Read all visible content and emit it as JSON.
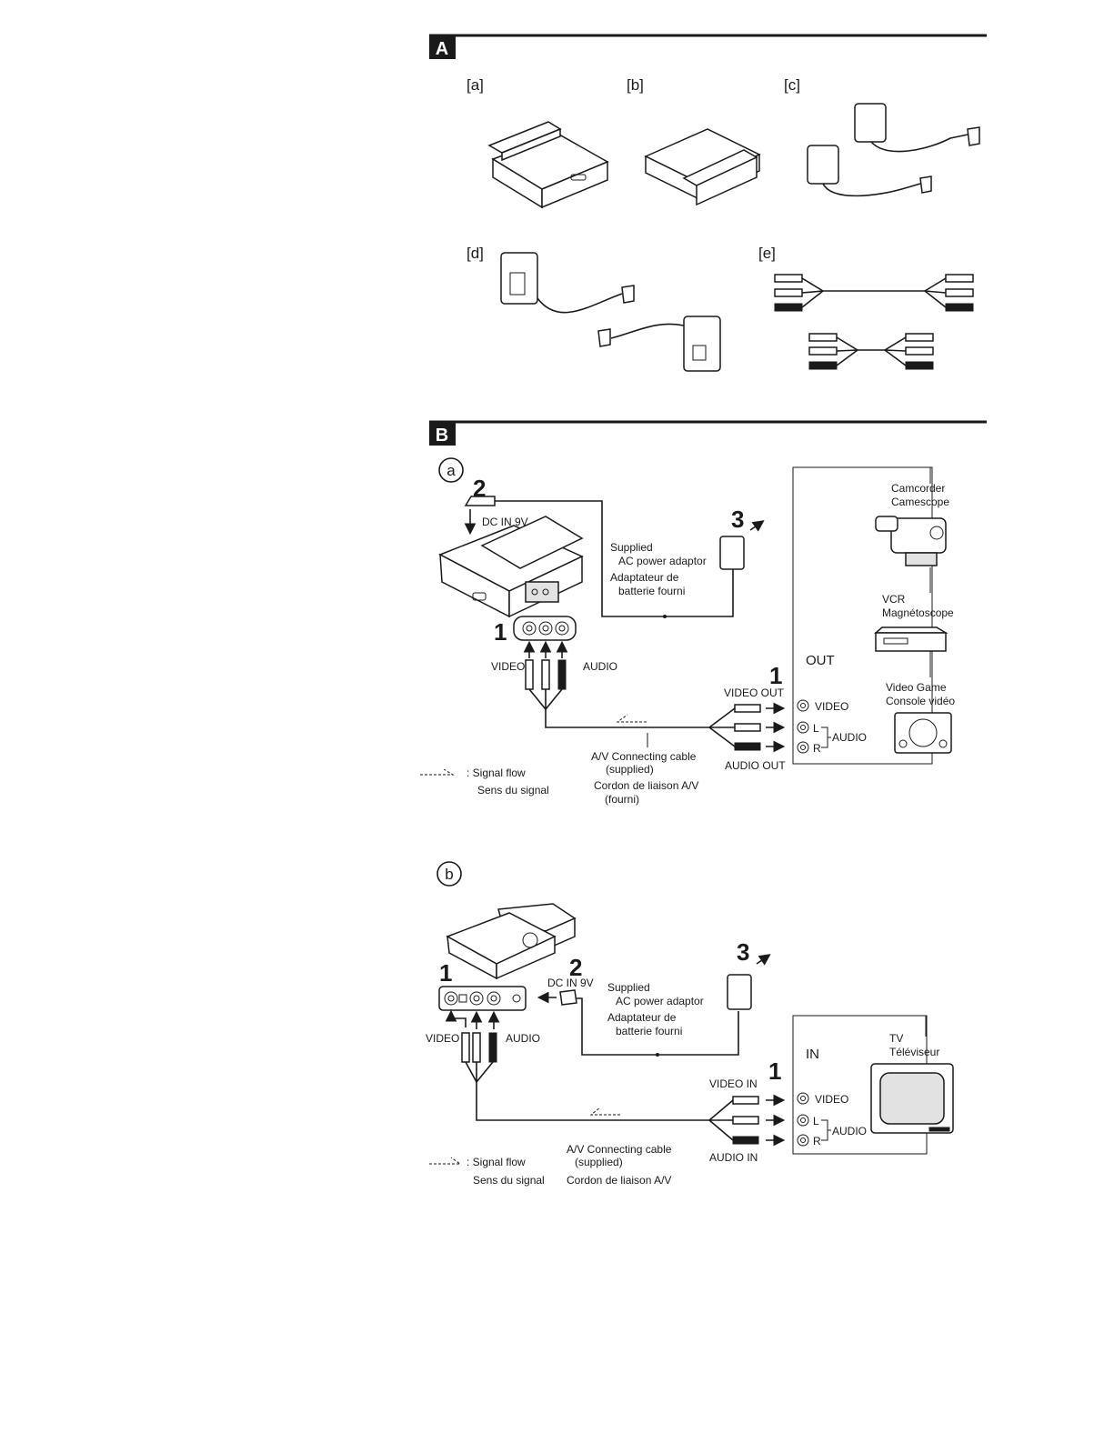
{
  "section_a": {
    "badge": "A",
    "items": {
      "a": "[a]",
      "b": "[b]",
      "c": "[c]",
      "d": "[d]",
      "e": "[e]"
    }
  },
  "section_b": {
    "badge": "B",
    "diagram_a": {
      "marker": "a",
      "step1": "1",
      "step2": "2",
      "step3": "3",
      "step1_right": "1",
      "dc_in": "DC IN 9V",
      "adaptor_en1": "Supplied",
      "adaptor_en2": "AC power adaptor",
      "adaptor_fr1": "Adaptateur de",
      "adaptor_fr2": "batterie fourni",
      "video": "VIDEO",
      "audio": "AUDIO",
      "video_out": "VIDEO OUT",
      "audio_out": "AUDIO OUT",
      "cable_en1": "A/V Connecting cable",
      "cable_en2": "(supplied)",
      "cable_fr1": "Cordon de liaison A/V",
      "cable_fr2": "(fourni)",
      "signal_en": ": Signal flow",
      "signal_fr": "Sens du signal",
      "out": "OUT",
      "jack_video": "VIDEO",
      "jack_l": "L",
      "jack_r": "R",
      "jack_audio": "AUDIO",
      "camcorder_en": "Camcorder",
      "camcorder_fr": "Camescope",
      "vcr_en": "VCR",
      "vcr_fr": "Magnétoscope",
      "game_en": "Video Game",
      "game_fr": "Console vidéo"
    },
    "diagram_b": {
      "marker": "b",
      "step1": "1",
      "step2": "2",
      "step3": "3",
      "step1_right": "1",
      "dc_in": "DC IN 9V",
      "adaptor_en1": "Supplied",
      "adaptor_en2": "AC power adaptor",
      "adaptor_fr1": "Adaptateur de",
      "adaptor_fr2": "batterie fourni",
      "video": "VIDEO",
      "audio": "AUDIO",
      "video_in": "VIDEO IN",
      "audio_in": "AUDIO IN",
      "cable_en1": "A/V Connecting cable",
      "cable_en2": "(supplied)",
      "cable_fr1": "Cordon de liaison A/V",
      "signal_en": ": Signal flow",
      "signal_fr": "Sens du signal",
      "in": "IN",
      "jack_video": "VIDEO",
      "jack_l": "L",
      "jack_r": "R",
      "jack_audio": "AUDIO",
      "tv_en": "TV",
      "tv_fr": "Téléviseur"
    }
  }
}
